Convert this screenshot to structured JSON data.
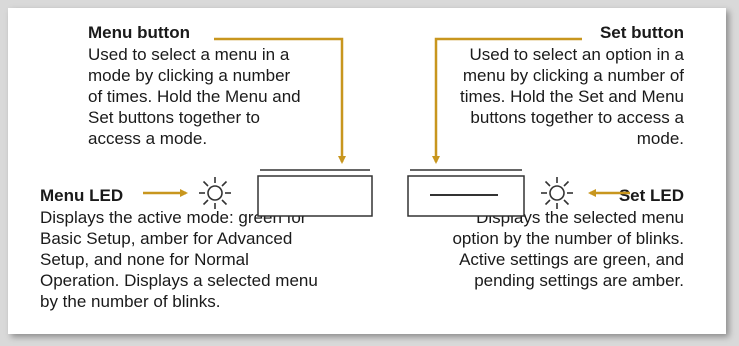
{
  "menu_button": {
    "title": "Menu button",
    "description": "Used to select a menu in a mode by clicking a number of times. Hold the Menu and Set buttons together to access a mode."
  },
  "set_button": {
    "title": "Set button",
    "description": "Used to select an option in a menu by clicking a number of times. Hold the Set and Menu buttons together to access a mode."
  },
  "menu_led": {
    "title": "Menu LED",
    "description": "Displays the active mode: green for Basic Setup, amber for Advanced Setup, and none for Normal Operation. Displays a selected menu by the number of blinks."
  },
  "set_led": {
    "title": "Set LED",
    "description": "Displays the selected menu option by the number of blinks. Active settings are green, and pending settings are amber."
  },
  "colors": {
    "callout_line": "#c8961e",
    "panel_background": "#ffffff",
    "outer_background": "#d9d9d9"
  },
  "icons": [
    "sun-led-icon",
    "sun-led-icon"
  ]
}
